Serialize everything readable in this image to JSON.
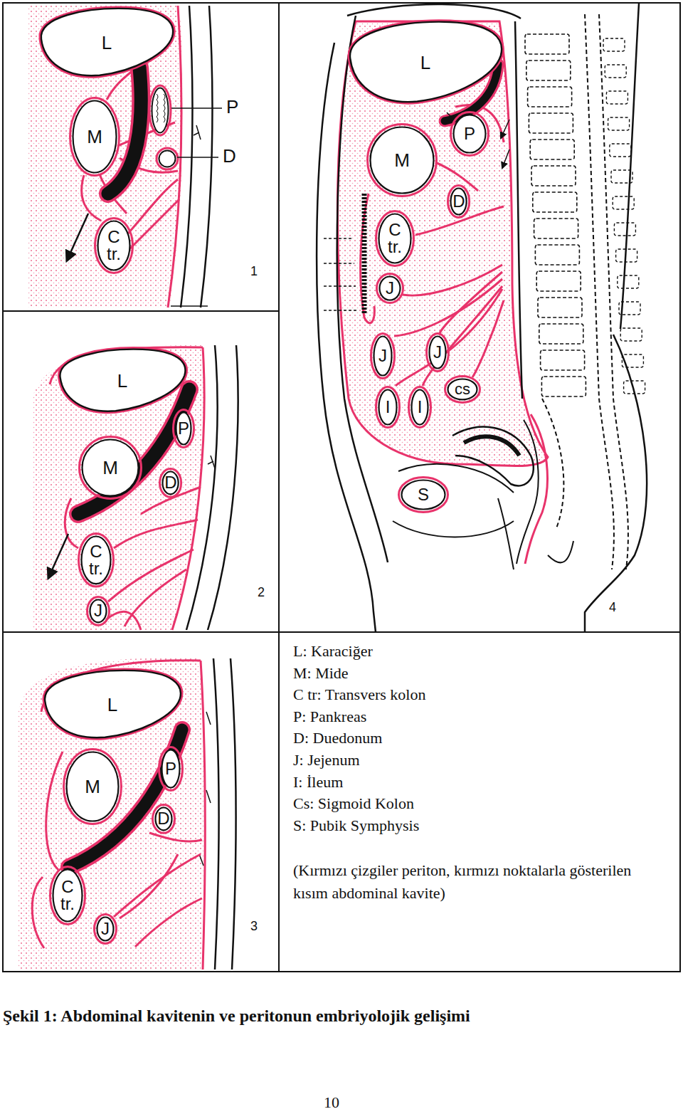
{
  "diagram": {
    "caption": "Şekil 1: Abdominal kavitenin ve peritonun embriyolojik gelişimi",
    "nodes": [
      {
        "text": [
          "1"
        ]
      },
      {
        "text": [
          "L"
        ],
        "in": 0
      },
      {
        "text": [
          "M"
        ],
        "in": 0
      },
      {
        "text": [
          "C tr."
        ],
        "in": 0
      },
      {
        "text": [
          "2"
        ]
      },
      {
        "text": [
          "L"
        ],
        "in": 4
      },
      {
        "text": [
          "M"
        ],
        "in": 4
      },
      {
        "text": [
          "P"
        ],
        "in": 4
      },
      {
        "text": [
          "D"
        ],
        "in": 4
      },
      {
        "text": [
          "C tr."
        ],
        "in": 4
      },
      {
        "text": [
          "J"
        ],
        "in": 4
      },
      {
        "text": [
          "3"
        ]
      },
      {
        "text": [
          "L"
        ],
        "in": 11
      },
      {
        "text": [
          "M"
        ],
        "in": 11
      },
      {
        "text": [
          "P"
        ],
        "in": 11
      },
      {
        "text": [
          "D"
        ],
        "in": 11
      },
      {
        "text": [
          "C tr."
        ],
        "in": 11
      },
      {
        "text": [
          "J"
        ],
        "in": 11
      },
      {
        "text": [
          "4"
        ]
      },
      {
        "text": [
          "L"
        ],
        "in": 18
      },
      {
        "text": [
          "M"
        ],
        "in": 18
      },
      {
        "text": [
          "P"
        ],
        "in": 18
      },
      {
        "text": [
          "D"
        ],
        "in": 18
      },
      {
        "text": [
          "C tr."
        ],
        "in": 18
      },
      {
        "text": [
          "J"
        ],
        "in": 18
      },
      {
        "text": [
          "J"
        ],
        "in": 18
      },
      {
        "text": [
          "J"
        ],
        "in": 18
      },
      {
        "text": [
          "I"
        ],
        "in": 18
      },
      {
        "text": [
          "I"
        ],
        "in": 18
      },
      {
        "text": [
          "cs"
        ],
        "in": 18
      },
      {
        "text": [
          "S"
        ],
        "in": 18
      }
    ],
    "labels": [
      "P",
      "D",
      "(Kırmızı çizgiler periton, kırmızı noktalarla gösterilen kısım abdominal kavite)",
      "10"
    ],
    "legend": [
      {
        "text": "L: Karaciğer"
      },
      {
        "text": "M: Mide"
      },
      {
        "text": "C tr: Transvers kolon"
      },
      {
        "text": "P: Pankreas"
      },
      {
        "text": "D: Duedonum"
      },
      {
        "text": "J: Jejenum"
      },
      {
        "text": "I: İleum"
      },
      {
        "text": "Cs: Sigmoid Kolon"
      },
      {
        "text": "S: Pubik Symphysis"
      }
    ]
  }
}
